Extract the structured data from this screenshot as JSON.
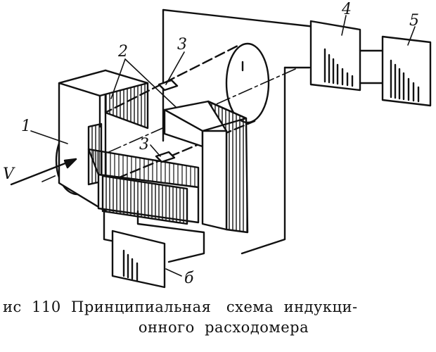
{
  "labels": {
    "l1": "1",
    "l2": "2",
    "l3a": "3",
    "l3b": "3",
    "l4": "4",
    "l5": "5",
    "l6": "б",
    "v": "V"
  },
  "caption": {
    "line1": "ис  110  Принципиальная   схема  индукци-",
    "line2": "онного  расходомера"
  }
}
